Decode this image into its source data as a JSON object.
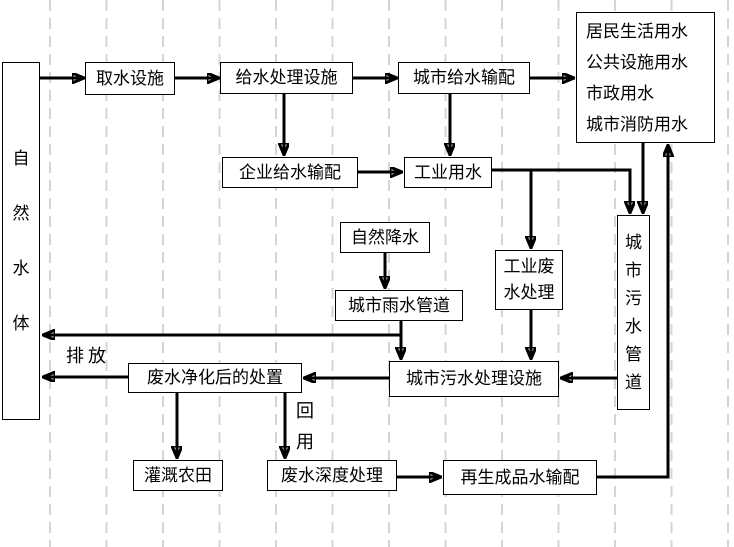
{
  "diagram": {
    "nodes": {
      "natural_water_body": "自然水体",
      "water_intake": "取水设施",
      "water_supply_treatment": "给水处理设施",
      "city_water_distribution": "城市给水输配",
      "city_water_use_lines": [
        "居民生活用水",
        "公共设施用水",
        "市政用水",
        "城市消防用水"
      ],
      "enterprise_water_distribution": "企业给水输配",
      "industrial_water_use": "工业用水",
      "natural_precipitation": "自然降水",
      "city_rainwater_pipes": "城市雨水管道",
      "industrial_wastewater_treatment": "工业废水处理",
      "city_sewage_pipes": "城市污水管道",
      "city_sewage_treatment": "城市污水处理设施",
      "wastewater_disposal": "废水净化后的处置",
      "farmland_irrigation": "灌溉农田",
      "advanced_wastewater_treatment": "废水深度处理",
      "recycled_water_distribution": "再生成品水输配"
    },
    "edge_labels": {
      "discharge": "排放",
      "reuse": "回用"
    },
    "colors": {
      "line": "#000000",
      "box_border": "#000000",
      "background": "#ffffff",
      "gridline": "#d5d5d5"
    }
  }
}
